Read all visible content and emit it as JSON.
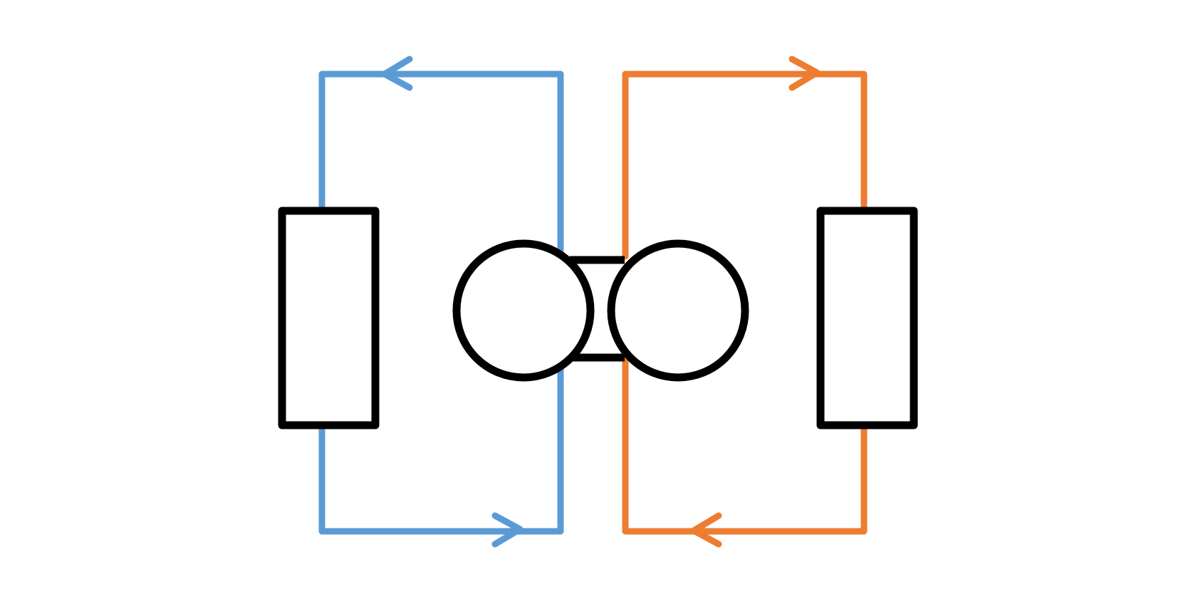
{
  "colors": {
    "left_loop": "#5b9bd5",
    "right_loop": "#ed7d31",
    "component": "#000000",
    "background": "#ffffff"
  },
  "loops": [
    {
      "name": "left-loop",
      "color_key": "left_loop",
      "flow": "counter-clockwise",
      "arrow_top": "left",
      "arrow_bottom": "right"
    },
    {
      "name": "right-loop",
      "color_key": "right_loop",
      "flow": "clockwise",
      "arrow_top": "right",
      "arrow_bottom": "left"
    }
  ],
  "components": [
    {
      "name": "left-resistor",
      "shape": "rectangle"
    },
    {
      "name": "left-coil",
      "shape": "circle"
    },
    {
      "name": "right-coil",
      "shape": "circle"
    },
    {
      "name": "right-resistor",
      "shape": "rectangle"
    }
  ]
}
